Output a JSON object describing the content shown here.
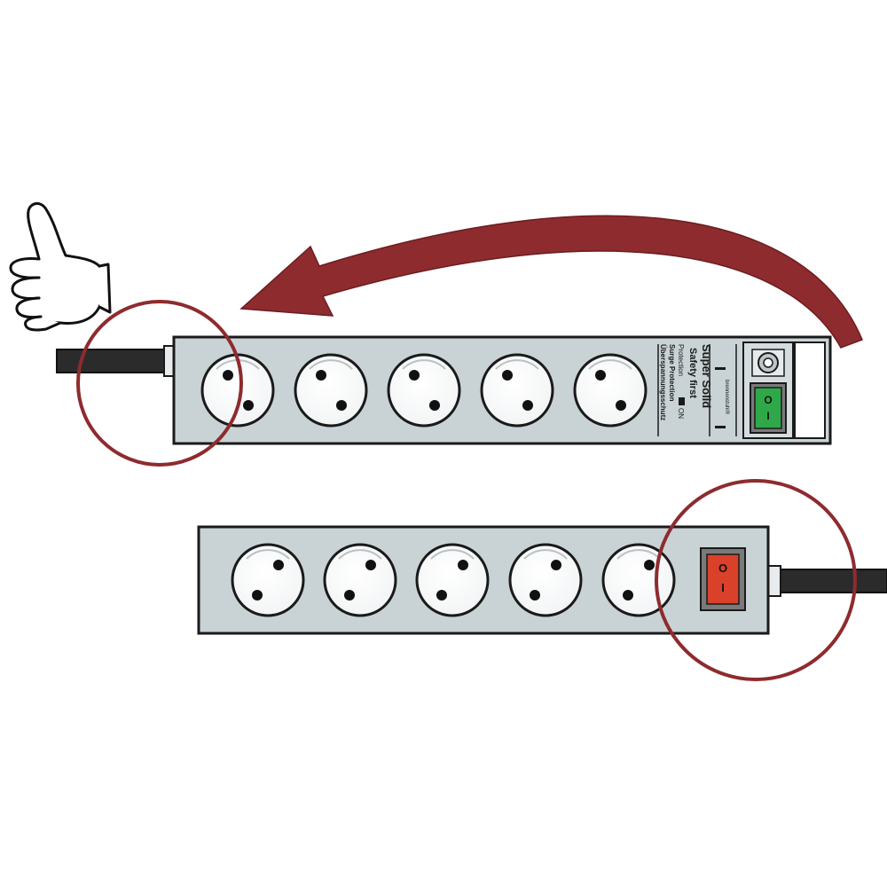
{
  "colors": {
    "strip_body": "#c9d3d6",
    "strip_outline": "#1a1a1a",
    "socket_face": "#ffffff",
    "cable": "#2b2b2b",
    "highlight_circle": "#8e2b2e",
    "arrow": "#8e2b2e",
    "switch_green": "#2fa84a",
    "switch_red": "#d9412b",
    "switch_housing": "#7a7a7a"
  },
  "icons": {
    "thumbs_up": "thumbs-up-icon",
    "arrow": "curved-arrow-icon"
  },
  "top_strip": {
    "socket_count": 5,
    "label_brand": "brennenstuhl®",
    "label_line1": "Super Solid",
    "label_line2": "Safety first",
    "label_line3": "Protection",
    "label_on": "ON",
    "label_line4": "Surge Protection",
    "label_line5": "Überspannungsschutz",
    "switch_state": "off"
  },
  "bottom_strip": {
    "socket_count": 5,
    "switch_state": "off"
  },
  "switch_symbols": {
    "on_mark": "I",
    "off_mark": "O"
  }
}
